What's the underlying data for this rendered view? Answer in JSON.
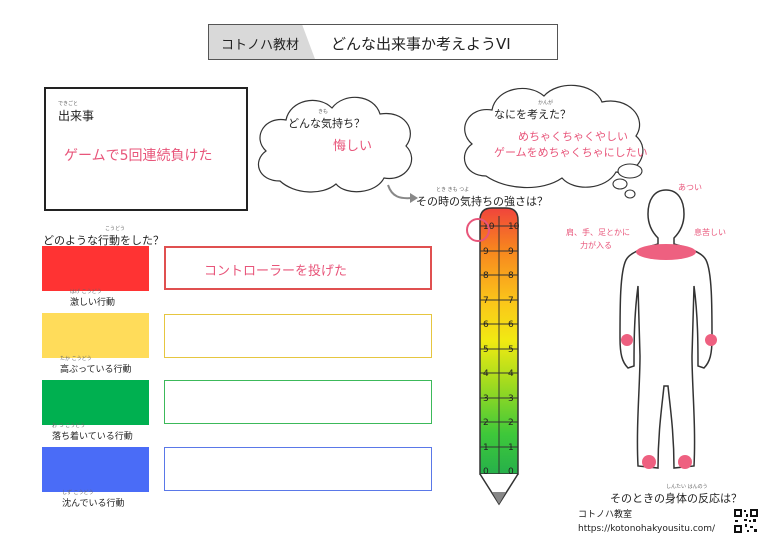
{
  "header": {
    "tab": "コトノハ教材",
    "title": "どんな出来事か考えようVI"
  },
  "event": {
    "label": "出来事",
    "label_ruby": "できごと",
    "text": "ゲームで5回連続負けた"
  },
  "feeling_cloud": {
    "label": "どんな気持ち？",
    "ruby": "きも",
    "text": "悔しい"
  },
  "thought_cloud": {
    "label": "なにを考えた？",
    "ruby": "かんが",
    "lines": [
      "めちゃくちゃくやしい",
      "ゲームをめちゃくちゃにしたい"
    ]
  },
  "behavior": {
    "title": "どのような行動をした？",
    "title_ruby": "こうどう",
    "rows": [
      {
        "label": "激しい行動",
        "ruby": "はげ こうどう",
        "color": "#ff3333",
        "border": "#e05050",
        "answer": "コントローラーを投げた"
      },
      {
        "label": "高ぶっている行動",
        "ruby": "たか こうどう",
        "color": "#ffdc5a",
        "border": "#e6c640",
        "answer": ""
      },
      {
        "label": "落ち着いている行動",
        "ruby": "お つ こうどう",
        "color": "#00b050",
        "border": "#3cb95a",
        "answer": ""
      },
      {
        "label": "沈んでいる行動",
        "ruby": "しず こうどう",
        "color": "#4a6cf7",
        "border": "#5a78e8",
        "answer": ""
      }
    ]
  },
  "intensity": {
    "title": "その時の気持ちの強さは？",
    "ruby": "とき きも つよ",
    "levels": [
      "10",
      "9",
      "8",
      "7",
      "6",
      "5",
      "4",
      "3",
      "2",
      "1",
      "0"
    ],
    "selected": "10"
  },
  "body": {
    "notes": {
      "hot": "あつい",
      "shoulders": "肩、手、足とかに",
      "force": "力が入る",
      "breath": "息苦しい"
    },
    "question": "そのときの身体の反応は？",
    "question_ruby": "しんたい はんのう"
  },
  "credit": {
    "name": "コトノハ教室",
    "url": "https://kotonohakyousitu.com/"
  },
  "colors": {
    "accent": "#e8557a"
  }
}
